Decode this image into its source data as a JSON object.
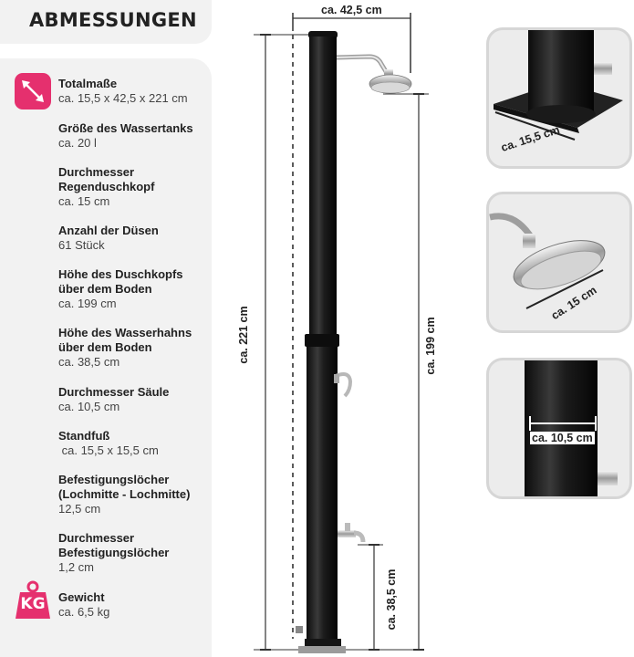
{
  "title": "ABMESSUNGEN",
  "specs": [
    {
      "label": "Totalmaße",
      "value": "ca. 15,5 x 42,5 x 221 cm"
    },
    {
      "label": "Größe des Wassertanks",
      "value": "ca. 20 l"
    },
    {
      "label": "Durchmesser\nRegenduschkopf",
      "value": "ca. 15 cm"
    },
    {
      "label": "Anzahl der Düsen",
      "value": "61 Stück"
    },
    {
      "label": "Höhe des Duschkopfs\nüber dem Boden",
      "value": "ca. 199 cm"
    },
    {
      "label": "Höhe des Wasserhahns\nüber dem Boden",
      "value": "ca. 38,5 cm"
    },
    {
      "label": "Durchmesser Säule",
      "value": "ca. 10,5 cm"
    },
    {
      "label": "Standfuß",
      "value": " ca. 15,5 x 15,5 cm"
    },
    {
      "label": "Befestigungslöcher\n(Lochmitte - Lochmitte)",
      "value": "12,5 cm"
    },
    {
      "label": "Durchmesser\nBefestigungslöcher",
      "value": "1,2 cm"
    },
    {
      "label": "Gewicht",
      "value": "ca. 6,5 kg"
    }
  ],
  "icons": {
    "dimensions": "diagonal-arrow-icon",
    "weight": "kg-weight-icon",
    "weight_text": "KG"
  },
  "dimensions": {
    "width_top": "ca. 42,5 cm",
    "height_total": "ca. 221 cm",
    "height_shower": "ca. 199 cm",
    "height_tap": "ca. 38,5 cm",
    "zoom_base": "ca. 15,5 cm",
    "zoom_head": "ca. 15 cm",
    "zoom_column": "ca. 10,5 cm"
  },
  "colors": {
    "accent": "#e5306e",
    "panel": "#f2f2f2",
    "pole": "#1a1a1a"
  }
}
